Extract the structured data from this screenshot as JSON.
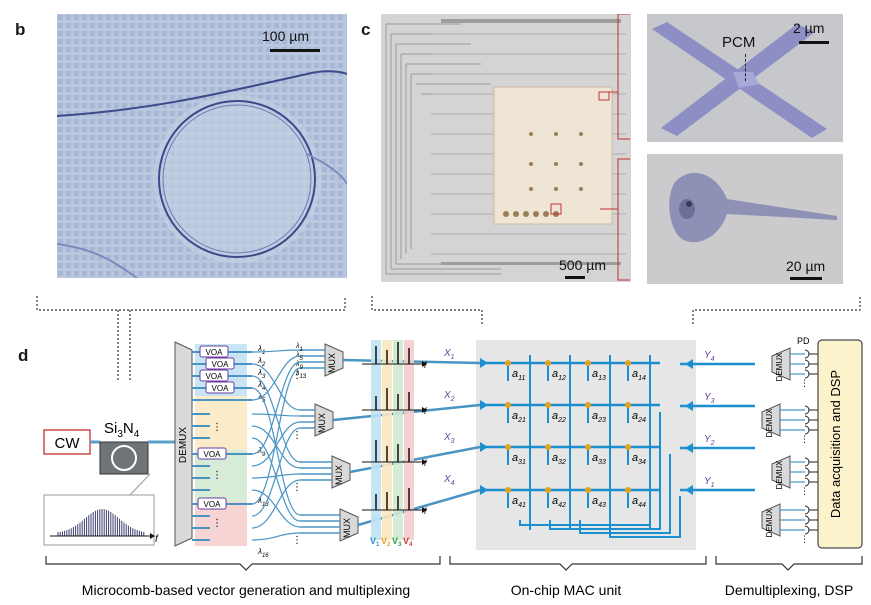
{
  "panels": {
    "b": "b",
    "c": "c",
    "d": "d"
  },
  "photo_b": {
    "scale_label": "100 µm"
  },
  "photo_c": {
    "scale_label": "500 µm"
  },
  "photo_pcm": {
    "scale_label": "2 µm",
    "label": "PCM"
  },
  "photo_sem": {
    "scale_label": "20 µm"
  },
  "diagram": {
    "cw": "CW",
    "si3n4": {
      "base1": "Si",
      "sub1": "3",
      "base2": "N",
      "sub2": "4"
    },
    "demux_left": "DEMUX",
    "voa": "VOA",
    "mux": "MUX",
    "demux_right": "DEMUX",
    "pd": "PD",
    "dsp": "Data acquisition and DSP",
    "f": "f",
    "lambdas": [
      "λ1",
      "λ2",
      "λ3",
      "λ4",
      "λ5",
      "λ9",
      "λ13",
      "λ16"
    ],
    "mux_in": [
      "λ1",
      "λ5",
      "λ9",
      "λ13"
    ],
    "v_labels": [
      "V1",
      "V2",
      "V3",
      "V4"
    ],
    "v_colors": [
      "#2b8fd6",
      "#e2a21b",
      "#2e9e49",
      "#d23c3c"
    ],
    "band_colors": [
      "#bfe1f3",
      "#fbe7bf",
      "#cfe9cf",
      "#f6cccc"
    ],
    "matrix": [
      [
        "a11",
        "a12",
        "a13",
        "a14"
      ],
      [
        "a21",
        "a22",
        "a23",
        "a24"
      ],
      [
        "a31",
        "a32",
        "a33",
        "a34"
      ],
      [
        "a41",
        "a42",
        "a43",
        "a44"
      ]
    ],
    "x_labels": [
      "X1",
      "X2",
      "X3",
      "X4"
    ],
    "y_labels": [
      "Y4",
      "Y3",
      "Y2",
      "Y1"
    ]
  },
  "captions": {
    "left": "Microcomb-based vector generation and multiplexing",
    "middle": "On-chip MAC unit",
    "right": "Demultiplexing, DSP"
  }
}
